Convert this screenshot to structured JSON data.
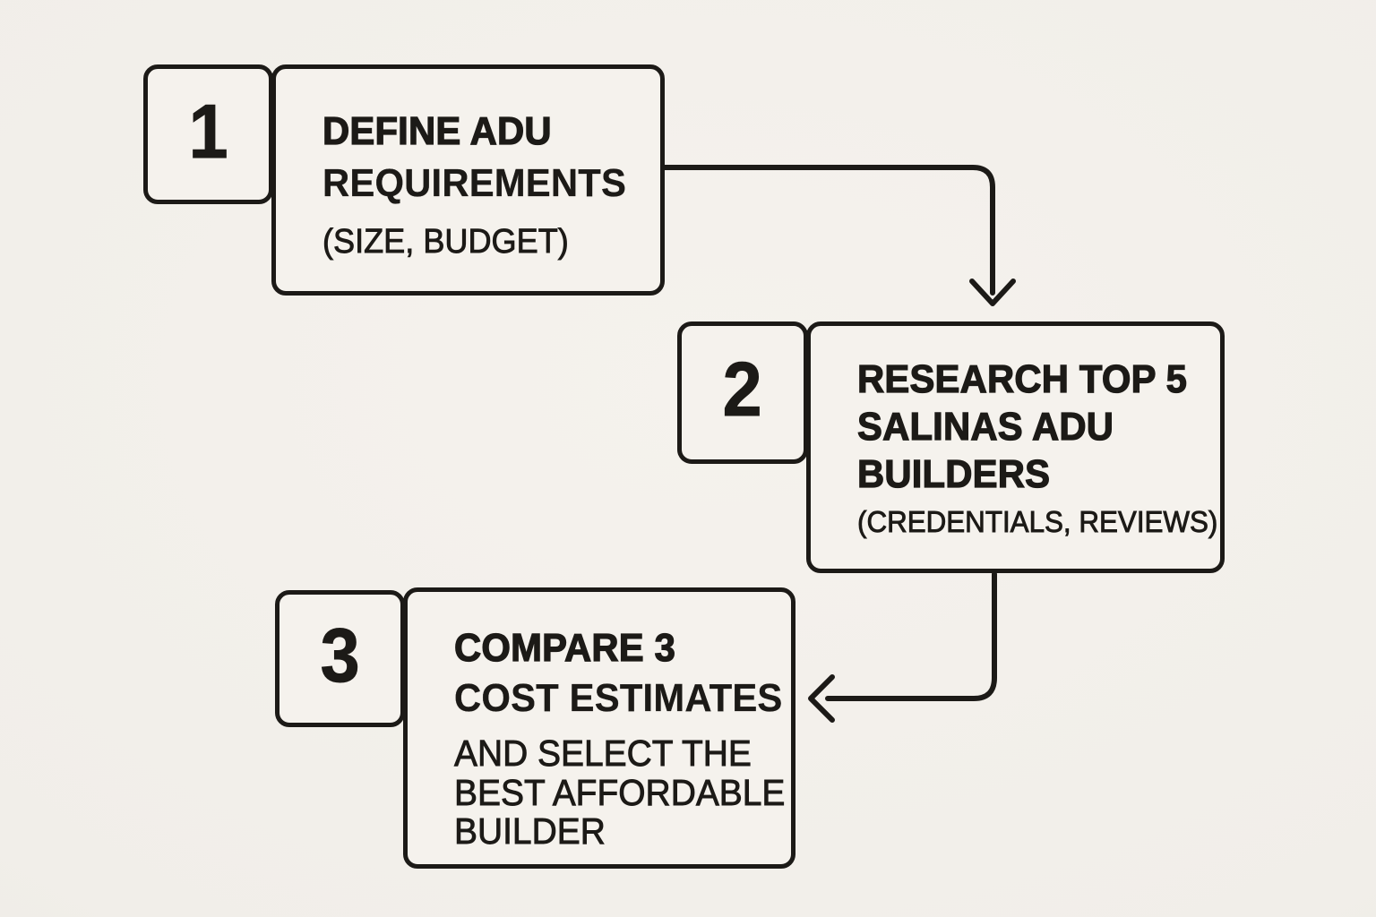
{
  "palette": {
    "ink": "#1c1a17",
    "box_fill": "#f5f2ed",
    "bg": "#f1eee9",
    "paper_light": "#f5f2ed",
    "paper_dark": "#e8e5df"
  },
  "steps": [
    {
      "number": "1",
      "title_lines": [
        "DEFINE ADU",
        "REQUIREMENTS"
      ],
      "subtitle_lines": [
        "(SIZE, BUDGET)"
      ]
    },
    {
      "number": "2",
      "title_lines": [
        "RESEARCH TOP 5",
        "SALINAS ADU",
        "BUILDERS"
      ],
      "subtitle_lines": [
        "(CREDENTIALS, REVIEWS)"
      ]
    },
    {
      "number": "3",
      "title_lines": [
        "COMPARE 3",
        "COST ESTIMATES"
      ],
      "subtitle_lines": [
        "AND SELECT THE",
        "BEST AFFORDABLE",
        "BUILDER"
      ]
    }
  ],
  "connectors": [
    {
      "name": "step-1-to-step-2",
      "direction": "down"
    },
    {
      "name": "step-2-to-step-3",
      "direction": "left"
    }
  ]
}
